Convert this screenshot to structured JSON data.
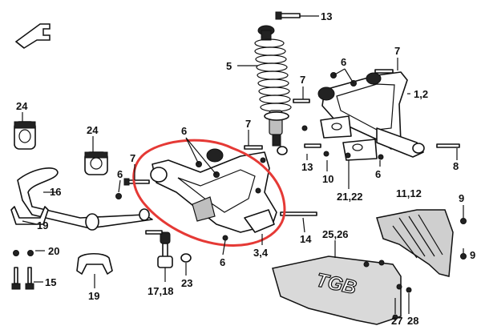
{
  "colors": {
    "highlight": "#e53935",
    "ink": "#111111",
    "plate": "#cfcfcf"
  },
  "brand_text": "TGB",
  "callouts": {
    "c13_top": "13",
    "c5": "5",
    "c6_top": "6",
    "c7_top": "7",
    "c7_mid": "7",
    "c1_2": "1,2",
    "c24_left": "24",
    "c24_mid": "24",
    "c6_center": "6",
    "c7_center": "7",
    "c7_left": "7",
    "c6_left": "6",
    "c16": "16",
    "c13_mid": "13",
    "c10": "10",
    "c6_right": "6",
    "c21_22": "21,22",
    "c8": "8",
    "c11_12": "11,12",
    "c9_a": "9",
    "c9_b": "9",
    "c19_top": "19",
    "c20": "20",
    "c15": "15",
    "c19_bottom": "19",
    "c14": "14",
    "c25_26": "25,26",
    "c3_4": "3,4",
    "c6_bottom": "6",
    "c17_18": "17,18",
    "c23": "23",
    "c27": "27",
    "c28": "28"
  }
}
